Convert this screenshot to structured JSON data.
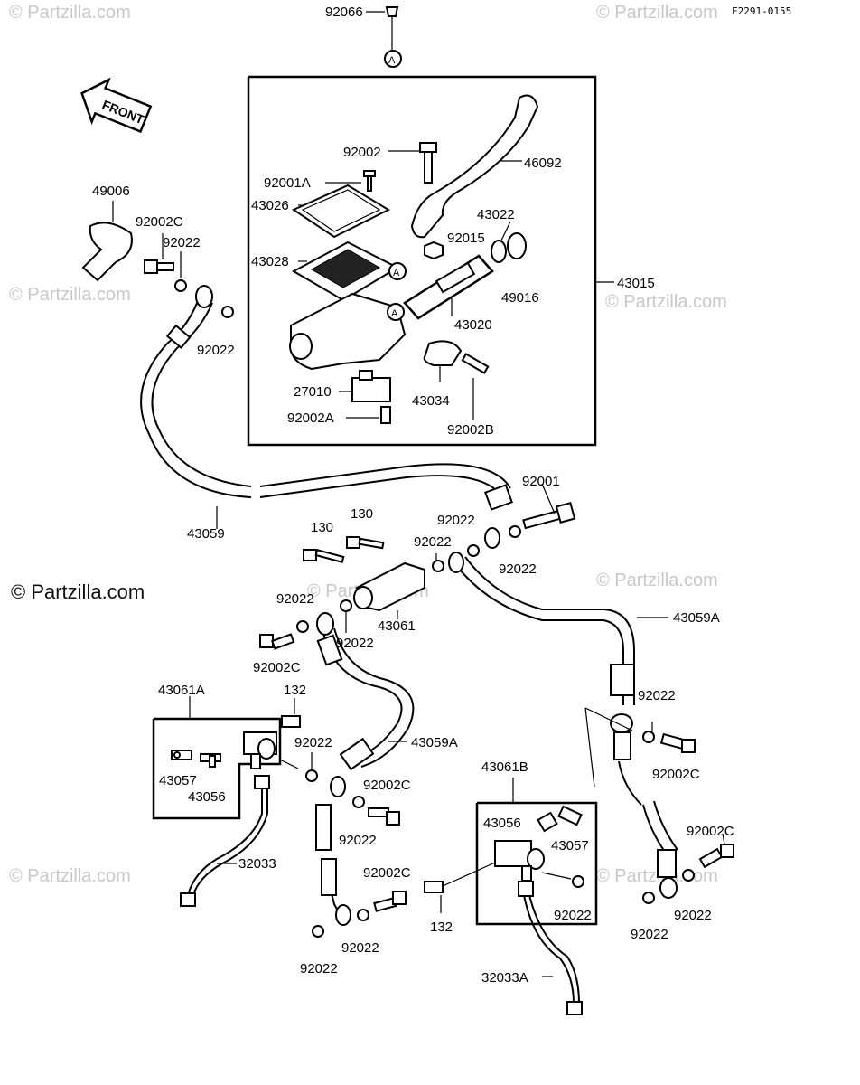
{
  "diagram": {
    "code": "F2291-0155",
    "front_label": "FRONT",
    "callout_marker": "A",
    "watermark": "© Partzilla.com",
    "labels": {
      "p92066": "92066",
      "p92002_top": "92002",
      "p46092": "46092",
      "p92001A": "92001A",
      "p43026": "43026",
      "p49006": "49006",
      "p92002C_left": "92002C",
      "p92022_left1": "92022",
      "p43022": "43022",
      "p92015": "92015",
      "p43028": "43028",
      "p49016": "49016",
      "p43015": "43015",
      "p43020": "43020",
      "p92022_left2": "92022",
      "p27010": "27010",
      "p43034": "43034",
      "p92002A": "92002A",
      "p92002B": "92002B",
      "p92001": "92001",
      "p43059": "43059",
      "p130a": "130",
      "p130b": "130",
      "p92022_c1": "92022",
      "p92022_c2": "92022",
      "p92022_c3": "92022",
      "p92022_c4": "92022",
      "p92022_c5": "92022",
      "p43061": "43061",
      "p43059A_top": "43059A",
      "p92002C_mid": "92002C",
      "p43061A": "43061A",
      "p132_left": "132",
      "p92022_d1": "92022",
      "p43059A_mid": "43059A",
      "p43057_left": "43057",
      "p43056_left": "43056",
      "p92002C_d": "92002C",
      "p92022_d2": "92022",
      "p92022_r1": "92022",
      "p92002C_r1": "92002C",
      "p43061B": "43061B",
      "p43056_right": "43056",
      "p43057_right": "43057",
      "p92002C_r2": "92002C",
      "p32033": "32033",
      "p92002C_e": "92002C",
      "p132_right": "132",
      "p92022_e1": "92022",
      "p92022_e2": "92022",
      "p92022_r2": "92022",
      "p92022_r3": "92022",
      "p92022_e3": "92022",
      "p32033A": "32033A"
    }
  }
}
